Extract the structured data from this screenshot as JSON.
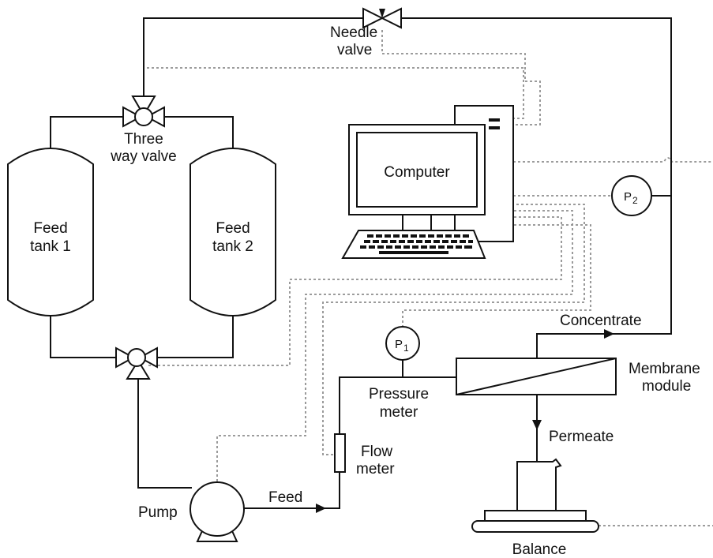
{
  "labels": {
    "needle_valve_l1": "Needle",
    "needle_valve_l2": "valve",
    "three_way_l1": "Three",
    "three_way_l2": "way valve",
    "feed_tank_1_l1": "Feed",
    "feed_tank_1_l2": "tank 1",
    "feed_tank_2_l1": "Feed",
    "feed_tank_2_l2": "tank 2",
    "computer": "Computer",
    "p2": "P",
    "p2_sub": "2",
    "p1": "P",
    "p1_sub": "1",
    "concentrate": "Concentrate",
    "membrane_l1": "Membrane",
    "membrane_l2": "module",
    "pressure_meter_l1": "Pressure",
    "pressure_meter_l2": "meter",
    "flow_meter_l1": "Flow",
    "flow_meter_l2": "meter",
    "permeate": "Permeate",
    "pump": "Pump",
    "feed": "Feed",
    "balance": "Balance"
  }
}
